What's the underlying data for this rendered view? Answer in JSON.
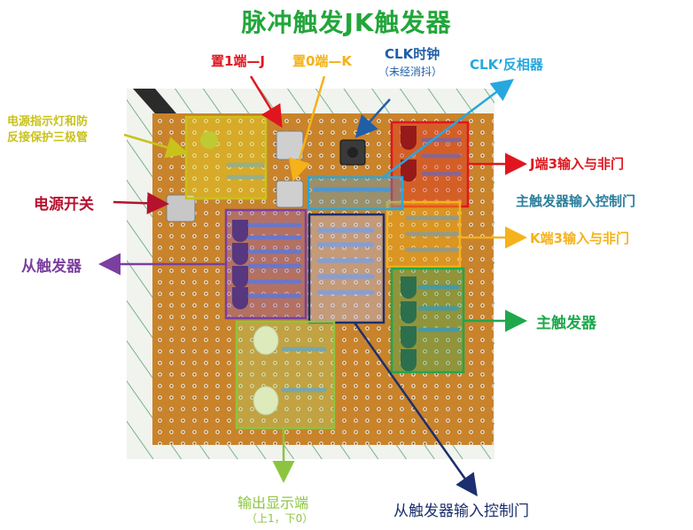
{
  "title": "脉冲触发JK触发器",
  "labels": {
    "set1_j": "置1端—J",
    "set0_k": "置0端—K",
    "clk": "CLK时钟",
    "clk_note": "（未经消抖）",
    "clk_inv": "CLK’反相器",
    "power_led": "电源指示灯和防",
    "power_led_2": "反接保护三极管",
    "power_switch": "电源开关",
    "slave_ff": "从触发器",
    "j3_nand": "J端3输入与非门",
    "master_ctrl": "主触发器输入控制门",
    "k3_nand": "K端3输入与非门",
    "master_ff": "主触发器",
    "output": "输出显示端",
    "output_note": "（上1，下0）",
    "slave_ctrl": "从触发器输入控制门"
  },
  "colors": {
    "title": "#22a63a",
    "red": "#e0161e",
    "orange": "#f5b21a",
    "blue_dark": "#1f5fa8",
    "cyan": "#26a8df",
    "olive": "#c9c21a",
    "maroon": "#b5122f",
    "purple": "#7b3fa0",
    "teal": "#2b7f9c",
    "green": "#1ea84d",
    "lime": "#8bc53f",
    "navy": "#1c2f6e"
  }
}
